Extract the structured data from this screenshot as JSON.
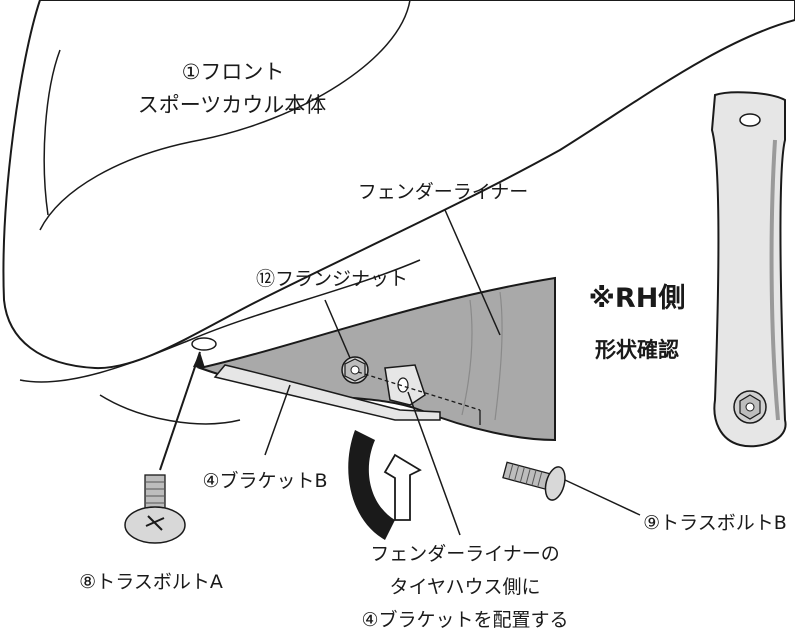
{
  "labels": {
    "front_cowl_line1": "①フロント",
    "front_cowl_line2": "スポーツカウル本体",
    "fender_liner": "フェンダーライナー",
    "flange_nut": "⑫フランジナット",
    "rh_side_line1": "※RH側",
    "rh_side_line2": "形状確認",
    "bracket_b": "④ブラケットB",
    "truss_bolt_b": "⑨トラスボルトB",
    "truss_bolt_a": "⑧トラスボルトA",
    "note_line1": "フェンダーライナーの",
    "note_line2": "タイヤハウス側に",
    "note_line3": "④ブラケットを配置する"
  },
  "colors": {
    "line": "#1a1a1a",
    "liner_gray": "#a9a9a9",
    "bracket_light": "#e6e6e6",
    "metal_gray": "#bdbdbd",
    "arrow_dark": "#1a1a1a"
  }
}
